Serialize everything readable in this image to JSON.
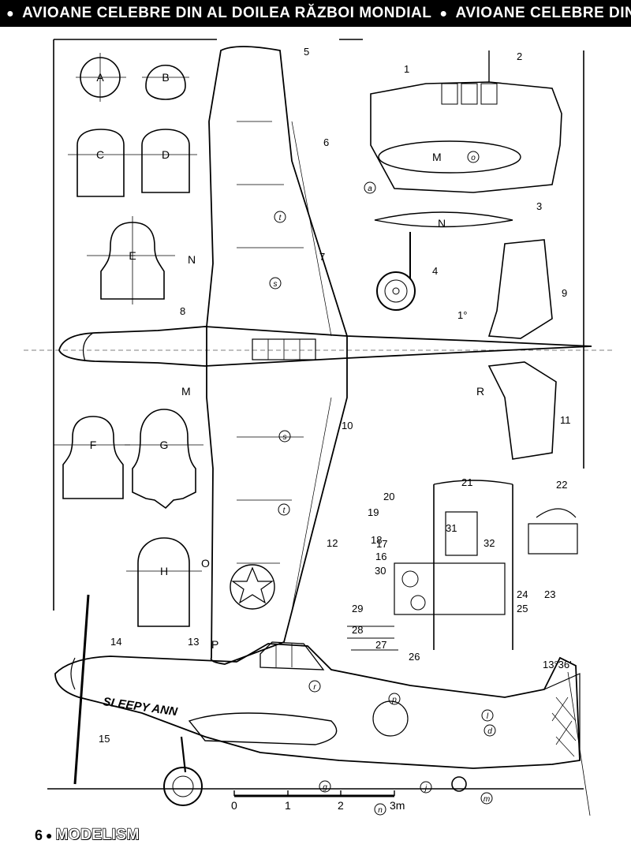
{
  "banner": {
    "segments": [
      "AVIOANE CELEBRE DIN AL DOILEA RĂZBOI MONDIAL",
      "AVIOANE CELEBRE DIN AL"
    ],
    "bullet": "●"
  },
  "footer": {
    "page_number": "6",
    "bullet": "●",
    "magazine": "MODELISM"
  },
  "sections": {
    "canopy_profiles": [
      "A",
      "B",
      "C",
      "D",
      "E",
      "F",
      "G",
      "H"
    ],
    "callouts": [
      "1",
      "2",
      "3",
      "4",
      "5",
      "6",
      "7",
      "8",
      "9",
      "10",
      "11",
      "12",
      "13",
      "14",
      "15",
      "16",
      "17",
      "18",
      "19",
      "20",
      "21",
      "22",
      "23",
      "24",
      "25",
      "26",
      "27",
      "28",
      "29",
      "30",
      "31",
      "32"
    ],
    "section_letters": [
      "M",
      "N",
      "O",
      "P",
      "R"
    ],
    "detail_markers": [
      "a",
      "d",
      "g",
      "j",
      "l",
      "m",
      "n",
      "o",
      "p",
      "r",
      "s",
      "t"
    ],
    "angles": {
      "dihedral": "1°",
      "tail": "13°36'"
    }
  },
  "nose_art": "SLEEPY ANN",
  "scale_bar": {
    "labels": [
      "0",
      "1",
      "2",
      "3m"
    ]
  }
}
